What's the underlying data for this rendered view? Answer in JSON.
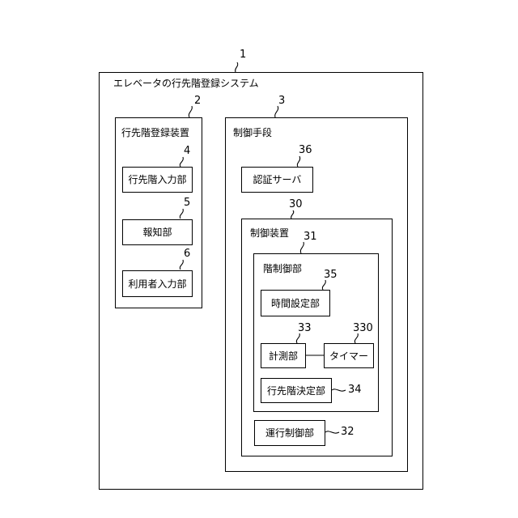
{
  "system": {
    "ref": "1",
    "title": "エレベータの行先階登録システム"
  },
  "registration_device": {
    "ref": "2",
    "title": "行先階登録装置",
    "input_unit": {
      "ref": "4",
      "label": "行先階入力部"
    },
    "notification_unit": {
      "ref": "5",
      "label": "報知部"
    },
    "user_input_unit": {
      "ref": "6",
      "label": "利用者入力部"
    }
  },
  "control_means": {
    "ref": "3",
    "title": "制御手段",
    "auth_server": {
      "ref": "36",
      "label": "認証サーバ"
    },
    "control_device": {
      "ref": "30",
      "title": "制御装置",
      "floor_control": {
        "ref": "31",
        "title": "階制御部",
        "time_setting": {
          "ref": "35",
          "label": "時間設定部"
        },
        "measurement": {
          "ref": "33",
          "label": "計測部"
        },
        "timer": {
          "ref": "330",
          "label": "タイマー"
        },
        "destination_decision": {
          "ref": "34",
          "label": "行先階決定部"
        }
      },
      "operation_control": {
        "ref": "32",
        "label": "運行制御部"
      }
    }
  }
}
